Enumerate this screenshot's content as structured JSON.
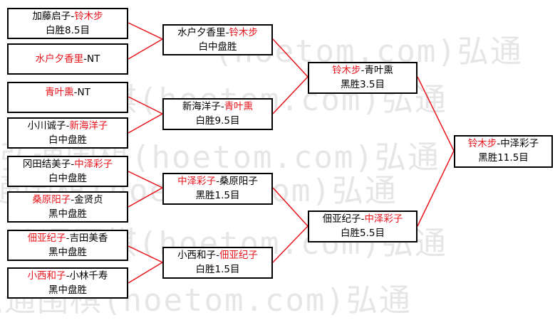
{
  "watermark": [
    "(hoetom.com)弘通",
    "弘通围棋(hoetom.com)弘通",
    "弘通围棋(hoetom.com)弘通",
    "弘通围棋(hoetom.com)弘通",
    "弘通围棋(hoetom.com)弘通",
    "弘通围棋(hoetom.com)弘通"
  ],
  "colors": {
    "winner": "#e8141b",
    "line": "#e8141b",
    "border": "#000000"
  },
  "round1": [
    {
      "a": "加藤启子",
      "sep": "-",
      "b": "铃木步",
      "winner": "b",
      "result": "白胜8.5目"
    },
    {
      "a": "水户夕香里",
      "sep": "-",
      "b": "NT",
      "winner": "a",
      "result": ""
    },
    {
      "a": "青叶熏",
      "sep": "-",
      "b": "NT",
      "winner": "a",
      "result": ""
    },
    {
      "a": "小川诚子",
      "sep": "-",
      "b": "新海洋子",
      "winner": "b",
      "result": "白中盘胜"
    },
    {
      "a": "冈田结美子",
      "sep": "-",
      "b": "中泽彩子",
      "winner": "b",
      "result": "白中盘胜"
    },
    {
      "a": "桑原阳子",
      "sep": "-",
      "b": "金贤贞",
      "winner": "a",
      "result": "黑中盘胜"
    },
    {
      "a": "佃亚纪子",
      "sep": "-",
      "b": "吉田美香",
      "winner": "a",
      "result": "黑中盘胜"
    },
    {
      "a": "小西和子",
      "sep": "-",
      "b": "小林千寿",
      "winner": "a",
      "result": "黑中盘胜"
    }
  ],
  "round2": [
    {
      "a": "水户夕香里",
      "sep": "-",
      "b": "铃木步",
      "winner": "b",
      "result": "白中盘胜"
    },
    {
      "a": "新海洋子",
      "sep": "-",
      "b": "青叶熏",
      "winner": "b",
      "result": "白胜9.5目"
    },
    {
      "a": "中泽彩子",
      "sep": "-",
      "b": "桑原阳子",
      "winner": "a",
      "result": "黑胜1.5目"
    },
    {
      "a": "小西和子",
      "sep": "-",
      "b": "佃亚纪子",
      "winner": "b",
      "result": "白胜1.5目"
    }
  ],
  "round3": [
    {
      "a": "铃木步",
      "sep": "-",
      "b": "青叶熏",
      "winner": "a",
      "result": "黑胜3.5目"
    },
    {
      "a": "佃亚纪子",
      "sep": "-",
      "b": "中泽彩子",
      "winner": "b",
      "result": "白胜5.5目"
    }
  ],
  "final": [
    {
      "a": "铃木步",
      "sep": "-",
      "b": "中泽彩子",
      "winner": "a",
      "result": "黑胜11.5目"
    }
  ]
}
